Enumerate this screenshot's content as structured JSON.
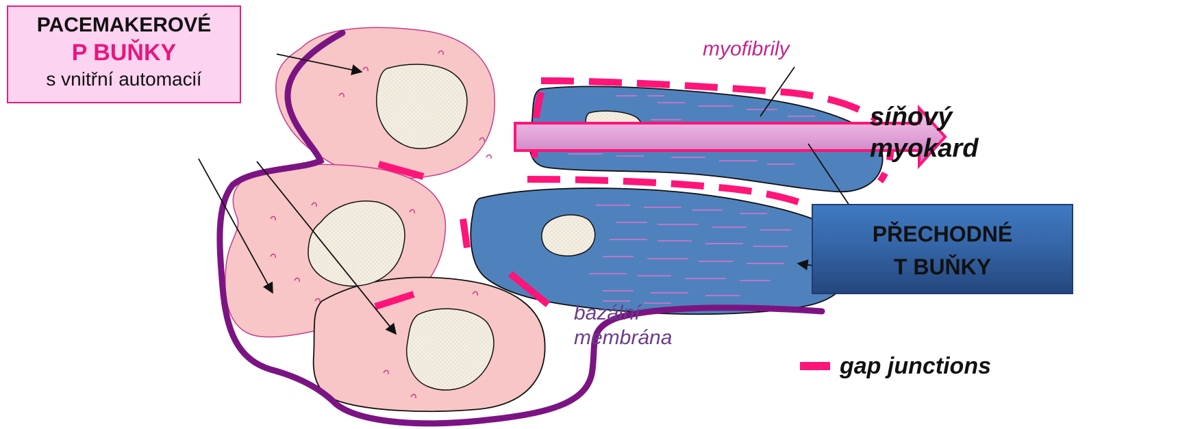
{
  "labels": {
    "p_box": {
      "line1": "PACEMAKEROVÉ",
      "line2": "P BUŇKY",
      "line3": "s vnitřní automacií"
    },
    "t_box": {
      "line1": "PŘECHODNÉ",
      "line2": "T BUŇKY"
    },
    "myofibrily": "myofibrily",
    "sinovy_myokard": {
      "line1": "síňový",
      "line2": "myokard"
    },
    "bazalni_membrana": {
      "line1": "bazální",
      "line2": "membrána"
    },
    "legend": {
      "gap_junctions": "gap junctions"
    }
  },
  "colors": {
    "p_cell_fill": "#f8c6c6",
    "p_cell_stroke": "#c73b8e",
    "t_cell_fill": "#4f82bd",
    "t_cell_stroke": "#1b2f55",
    "nucleus_fill": "#f2ede0",
    "basal_membrane": "#7b1483",
    "gap_junction": "#ff1478",
    "conduction_arrow": "#e4a6dc",
    "p_box_fill": "#fcd3f0",
    "p_box_border": "#e3207c",
    "p_highlight_text": "#e8177d",
    "myofibrily_text": "#c4268d",
    "bazalni_text": "#6a3c8a"
  }
}
